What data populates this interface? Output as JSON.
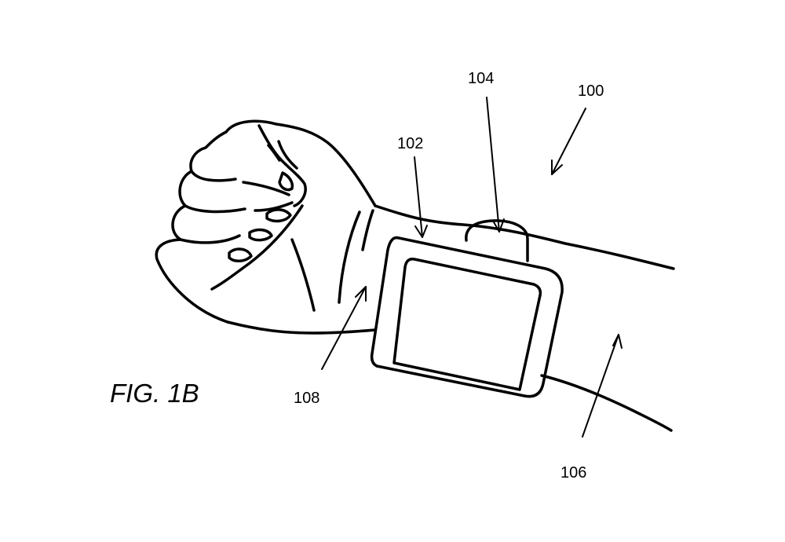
{
  "figure": {
    "title": "FIG. 1B",
    "ink_color": "#000000",
    "background_color": "#ffffff"
  },
  "reference_labels": {
    "system": "100",
    "device_body": "102",
    "button": "104",
    "forearm": "106",
    "wrist": "108"
  }
}
